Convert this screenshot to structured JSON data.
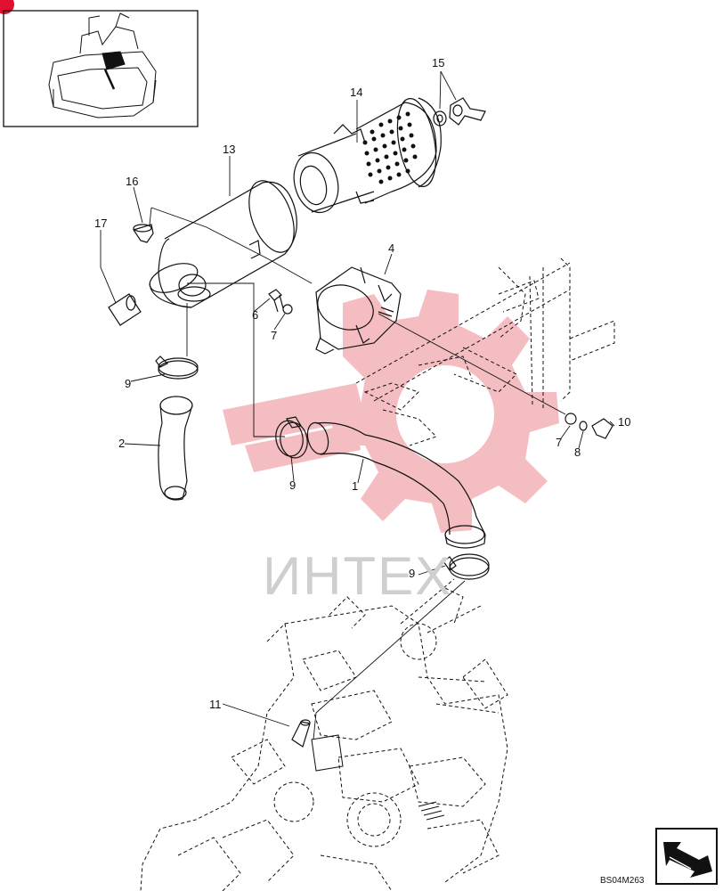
{
  "diagram": {
    "drawing_code": "BS04M263",
    "watermark_text": "ИНТЕХ",
    "callouts": [
      "15",
      "14",
      "13",
      "16",
      "17",
      "4",
      "6",
      "7",
      "9",
      "2",
      "1",
      "9",
      "7",
      "8",
      "10",
      "9",
      "11"
    ],
    "colors": {
      "line": "#111111",
      "watermark_red": "#f3b2b7",
      "watermark_gray": "#cfcfcf",
      "corner_dot": "#e01030"
    },
    "icons": [
      "inset-locator-icon",
      "navigation-arrow-icon"
    ]
  }
}
